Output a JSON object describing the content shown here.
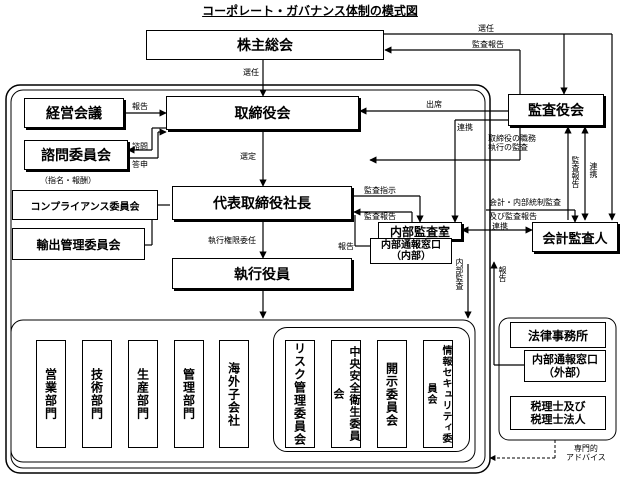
{
  "title": "コーポレート・ガバナンス体制の模式図",
  "boxes": {
    "shareholders": "株主総会",
    "board": "取締役会",
    "management_meeting": "経営会議",
    "advisory": "諮問委員会",
    "advisory_note": "（指名・報酬）",
    "auditors": "監査役会",
    "compliance": "コンプライアンス委員会",
    "export": "輸出管理委員会",
    "president": "代表取締役社長",
    "internal_audit": "内部監査室",
    "whistle_internal": "内部通報窓口\n（内部）",
    "accounting_auditor": "会計監査人",
    "officers": "執行役員",
    "law_firm": "法律事務所",
    "whistle_external": "内部通報窓口\n（外部）",
    "tax": "税理士及び\n税理士法人"
  },
  "departments": [
    "営業部門",
    "技術部門",
    "生産部門",
    "管理部門",
    "海外子会社"
  ],
  "committees": [
    "リスク管理委員会",
    "中央安全衛生委員会",
    "開示委員会",
    "情報セキュリティ委員会"
  ],
  "labels": {
    "elect_top": "選任",
    "audit_report_top": "監査報告",
    "elect_board": "選任",
    "report_mm": "報告",
    "consult": "諮問",
    "answer": "答申",
    "attend": "出席",
    "cooperation_ia": "連携",
    "duty_audit": "取締役の職務\n執行の監査",
    "appoint": "選定",
    "audit_instruction": "監査指示",
    "audit_report_ia": "監査報告",
    "report_whistle": "報告",
    "delegate": "執行権限委任",
    "accounting_audit": "会計・内部統制監査",
    "and_audit_report": "及び監査報告",
    "cooperation_ac": "連携",
    "internal_audit_v": "内部監査",
    "report_ext": "報告",
    "audit_report_v": "監査報告",
    "cooperation_v": "連携",
    "expert_advice": "専門的\nアドバイス"
  }
}
